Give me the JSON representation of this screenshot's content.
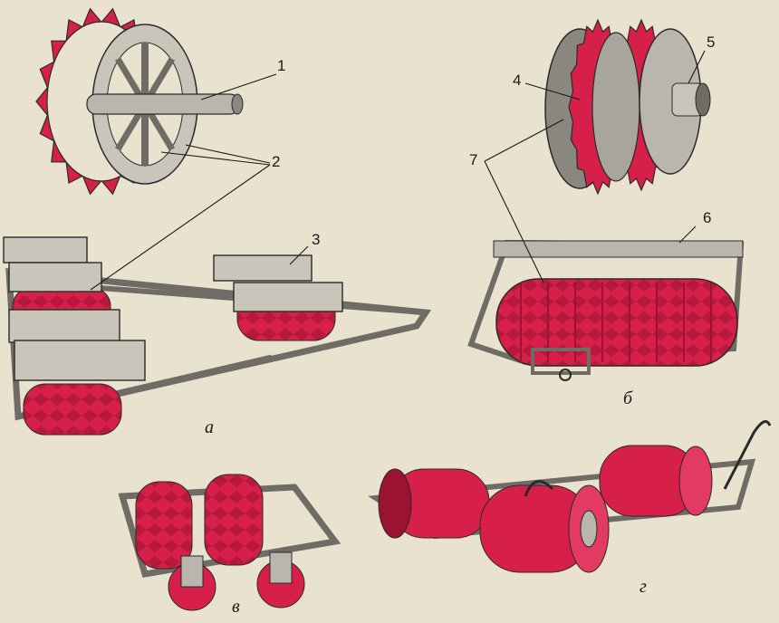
{
  "colors": {
    "paper": "#e9e2cf",
    "metal": "#b9b6ad",
    "metal_dark": "#6f6c66",
    "red": "#d6204a",
    "red_dark": "#9c1233",
    "line": "#2a2a2a"
  },
  "labels": {
    "n1": "1",
    "n2": "2",
    "n3": "3",
    "n4": "4",
    "n5": "5",
    "n6": "6",
    "n7": "7"
  },
  "captions": {
    "a": "а",
    "b": "б",
    "v": "в",
    "g": "г"
  }
}
